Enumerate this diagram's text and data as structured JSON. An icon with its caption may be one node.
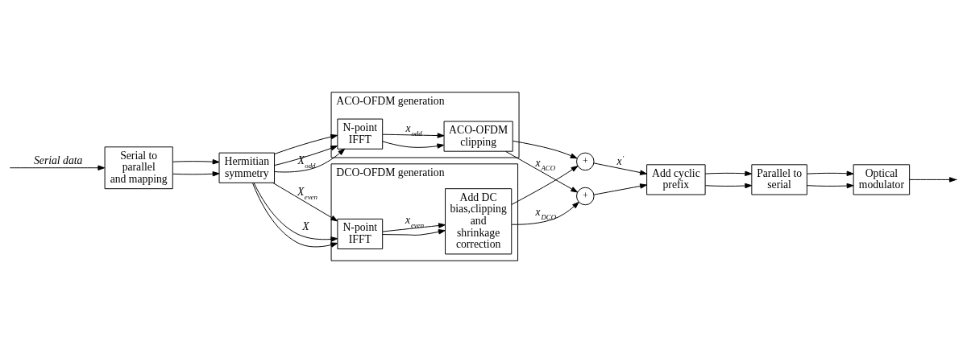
{
  "diagram": {
    "nodes": [
      {
        "text": [
          "Serial to parallel and mapping"
        ]
      },
      {
        "text": [
          "Hermitian symmetry"
        ]
      },
      {
        "text": [
          "ACO-OFDM generation"
        ]
      },
      {
        "text": [
          "N-point IFFT"
        ],
        "in": 2
      },
      {
        "text": [
          "ACO-OFDM clipping"
        ],
        "in": 2
      },
      {
        "text": [
          "DCO-OFDM generation"
        ]
      },
      {
        "text": [
          "N-point IFFT"
        ],
        "in": 5
      },
      {
        "text": [
          "Add DC bias,clipping and shrinkage correction"
        ],
        "in": 5
      },
      {
        "text": [
          "+"
        ]
      },
      {
        "text": [
          "+"
        ]
      },
      {
        "text": [
          "Add cyclic prefix"
        ]
      },
      {
        "text": [
          "Parallel to serial"
        ]
      },
      {
        "text": [
          "Optical modulator"
        ]
      }
    ],
    "edges": [
      {
        "from": null,
        "to": 0,
        "arrow": "to",
        "label": "Serial data"
      },
      {
        "from": 0,
        "to": 1,
        "arrow": "to"
      },
      {
        "from": 0,
        "to": 1,
        "arrow": "to"
      },
      {
        "from": 1,
        "to": 6,
        "arrow": "to",
        "label": "X"
      },
      {
        "from": 1,
        "to": 3,
        "arrow": "to",
        "label": "X$_{odd}$"
      },
      {
        "from": 1,
        "to": 6,
        "arrow": "to"
      },
      {
        "from": 1,
        "to": 3,
        "arrow": "to"
      },
      {
        "from": 1,
        "to": 6,
        "arrow": "to",
        "label": "X$_{even}$"
      },
      {
        "from": 1,
        "to": 3,
        "arrow": "to"
      },
      {
        "from": 3,
        "to": 4,
        "arrow": "to"
      },
      {
        "from": 3,
        "to": 4,
        "arrow": "to",
        "label": "x$_{odd}$"
      },
      {
        "from": 4,
        "to": 8,
        "arrow": "to"
      },
      {
        "from": 4,
        "to": 9,
        "arrow": "to",
        "label": "x$_{ACO}$"
      },
      {
        "from": 6,
        "to": 7,
        "arrow": "to"
      },
      {
        "from": 6,
        "to": 7,
        "arrow": "to",
        "label": "x$_{even}$"
      },
      {
        "from": 7,
        "to": 8,
        "arrow": "to"
      },
      {
        "from": 7,
        "to": 9,
        "arrow": "to",
        "label": "x$_{DCO}$"
      },
      {
        "from": 8,
        "to": 10,
        "arrow": "to",
        "label": "x$^{'}$"
      },
      {
        "from": 9,
        "to": 10,
        "arrow": "to"
      },
      {
        "from": 10,
        "to": 11,
        "arrow": "to"
      },
      {
        "from": 10,
        "to": 11,
        "arrow": "to"
      },
      {
        "from": 11,
        "to": 12,
        "arrow": "to"
      },
      {
        "from": 11,
        "to": 12,
        "arrow": "to"
      },
      {
        "from": 12,
        "to": null,
        "arrow": "to"
      }
    ]
  }
}
